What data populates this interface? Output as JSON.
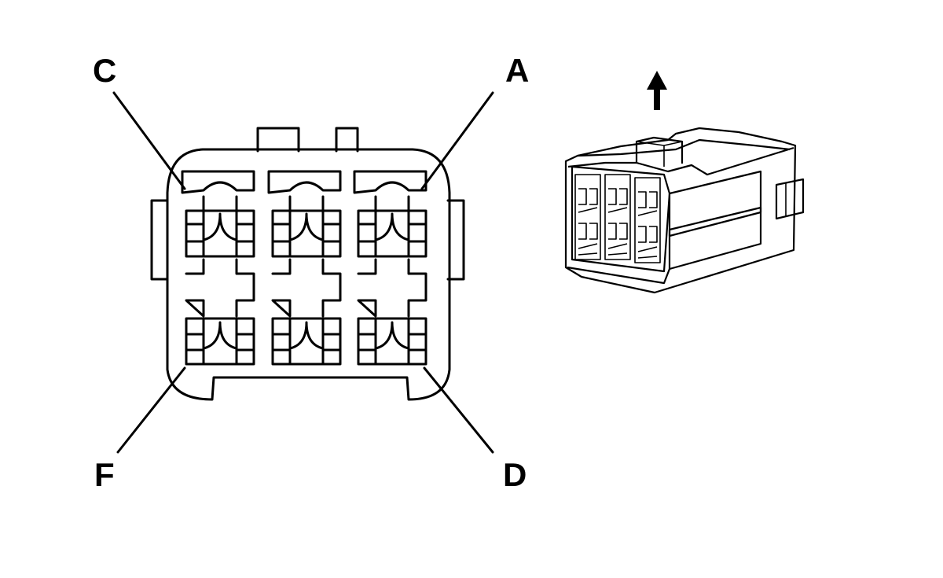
{
  "labels": {
    "a": "A",
    "c": "C",
    "d": "D",
    "f": "F"
  },
  "colors": {
    "stroke": "#000000",
    "background": "#ffffff"
  },
  "icons": {
    "orientation_arrow": "arrow-up-icon"
  }
}
